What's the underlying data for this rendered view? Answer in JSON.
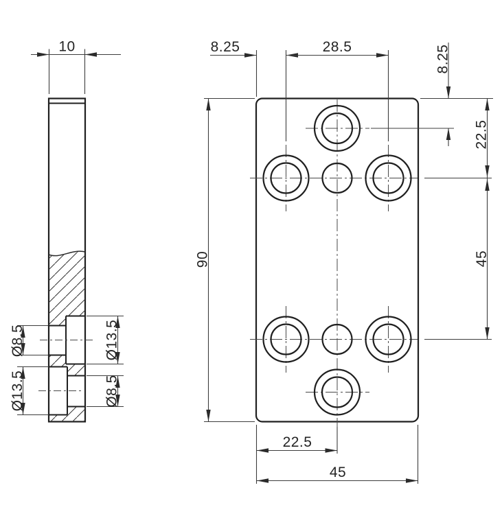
{
  "colors": {
    "background": "#ffffff",
    "part_lines": "#1f1f1f",
    "dimension_lines": "#3c3c3c",
    "text": "#242424"
  },
  "views": {
    "side_view": {
      "name": "side section view",
      "dims": {
        "thickness": "10",
        "upper_hole_small_dia": "Ø8.5",
        "upper_hole_large_dia": "Ø13.5",
        "lower_hole_large_dia": "Ø13.5",
        "lower_hole_small_dia": "Ø8.5"
      }
    },
    "front_view": {
      "name": "front view of plate",
      "dims": {
        "edge_to_hole_column": "8.25",
        "hole_column_spacing": "28.5",
        "top_edge_to_top_hole": "8.25",
        "top_edge_to_first_row": "22.5",
        "row_spacing": "45",
        "plate_height": "90",
        "bottom_hole_offset": "22.5",
        "plate_width": "45"
      }
    }
  }
}
